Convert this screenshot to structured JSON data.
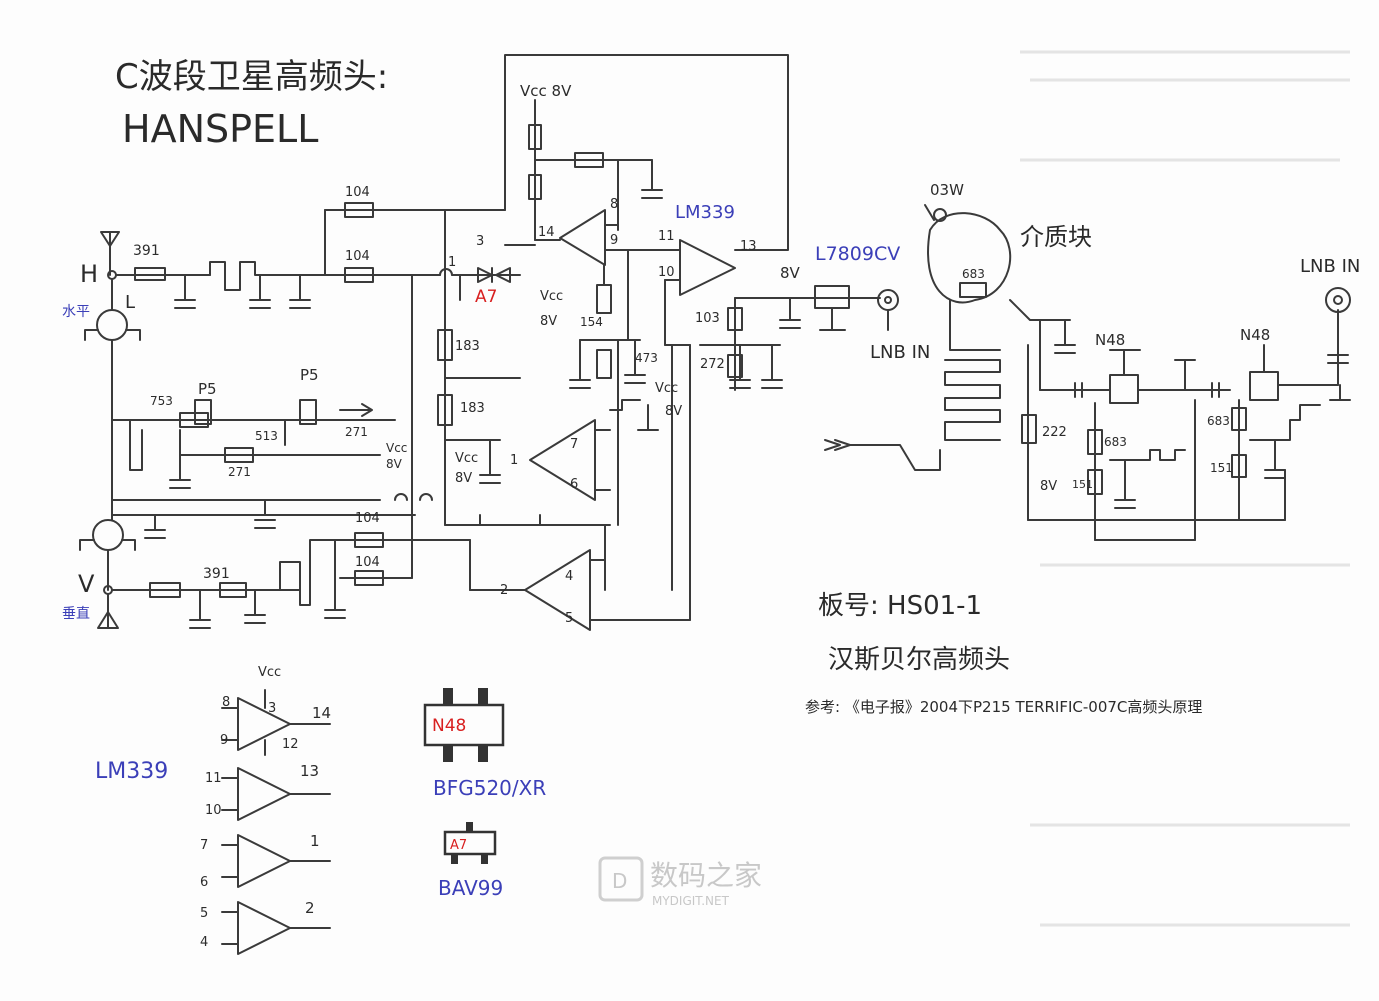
{
  "title": {
    "line1": "C波段卫星高频头:",
    "line2": "HANSPELL"
  },
  "ports": {
    "h": "H",
    "l": "L",
    "v": "V",
    "h_note": "水平",
    "v_note": "垂直",
    "lnb_in": "LNB IN",
    "lnb_in_right": "LNB IN"
  },
  "parts": {
    "lm339_top": "LM339",
    "lm339_left": "LM339",
    "regulator": "L7809CV",
    "reg_out": "8V",
    "vcc8v": "Vcc 8V",
    "vcc_label": "Vcc",
    "v8": "8V",
    "a7": "A7",
    "n48": "N48",
    "resonator": "介质块",
    "w03": "03W",
    "bfg": "BFG520/XR",
    "bav": "BAV99",
    "p5": "P5"
  },
  "resistors": {
    "r391": "391",
    "r104": "104",
    "r183": "183",
    "r154": "154",
    "r473": "473",
    "r103": "103",
    "r272": "272",
    "r753": "753",
    "r513": "513",
    "r271": "271",
    "r683": "683",
    "r222": "222",
    "r151": "151"
  },
  "pins": {
    "p14": "14",
    "p8": "8",
    "p9": "9",
    "p11": "11",
    "p13": "13",
    "p10": "10",
    "p3": "3",
    "p1": "1",
    "p2": "2",
    "p7": "7",
    "p6": "6",
    "p4": "4",
    "p5": "5",
    "p12": "12"
  },
  "notes": {
    "board": "板号: HS01-1",
    "maker": "汉斯贝尔高频头",
    "ref": "参考: 《电子报》2004下P215 TERRIFIC-007C高频头原理"
  },
  "watermark": {
    "cn": "数码之家",
    "en": "MYDIGIT.NET"
  }
}
